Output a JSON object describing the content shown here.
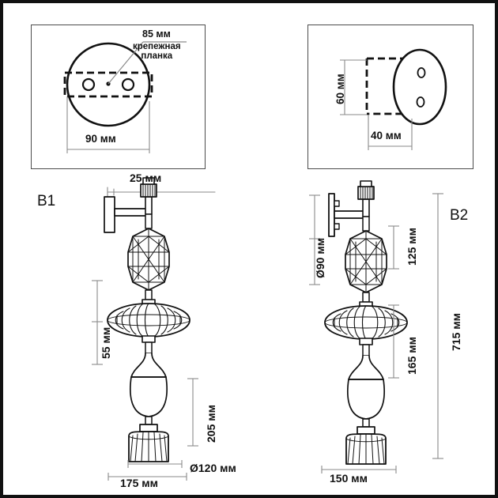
{
  "sheet": {
    "background": "#ffffff",
    "border_color": "#111111",
    "panel_border_color": "#4c4c4c",
    "line_color": "#111111",
    "dimension_line_color": "#7a7a7a"
  },
  "detail_panels": [
    {
      "name": "wall-plate-front-detail",
      "callout_dimension": "85 мм",
      "callout_label_line1": "крепежная",
      "callout_label_line2": "планка",
      "width_dimension": "90 мм",
      "shape": "circle-with-dashed-mounting-bar-and-two-holes"
    },
    {
      "name": "wall-plate-side-detail",
      "height_dimension": "60 мм",
      "depth_dimension": "40 мм",
      "shape": "ellipse-with-two-holes-and-dashed-body"
    }
  ],
  "views": [
    {
      "id": "B1",
      "label": "B1",
      "orientation": "side-view",
      "dimensions": {
        "bracket_offset": "25 мм",
        "mid_section": "55 мм",
        "shade_height": "205 мм",
        "shade_diameter": "Ø120 мм",
        "overall_width": "175 мм"
      }
    },
    {
      "id": "B2",
      "label": "B2",
      "orientation": "front-view",
      "dimensions": {
        "plate_diameter": "Ø90 мм",
        "crystal_section": "125 мм",
        "lower_section": "165 мм",
        "overall_height": "715 мм",
        "overall_width": "150 мм"
      }
    }
  ],
  "chart_data": {
    "type": "table",
    "title": "Wall sconce technical dimension drawing",
    "rows": [
      {
        "view": "detail-top-left",
        "label": "85 мм",
        "meaning": "mounting bar length"
      },
      {
        "view": "detail-top-left",
        "label": "крепежная планка",
        "meaning": "mounting bar (callout)"
      },
      {
        "view": "detail-top-left",
        "label": "90 мм",
        "meaning": "wall plate diameter"
      },
      {
        "view": "detail-top-right",
        "label": "60 мм",
        "meaning": "plate height side view"
      },
      {
        "view": "detail-top-right",
        "label": "40 мм",
        "meaning": "plate depth"
      },
      {
        "view": "B1",
        "label": "25 мм",
        "meaning": "bracket wall offset"
      },
      {
        "view": "B1",
        "label": "55 мм",
        "meaning": "mid section height"
      },
      {
        "view": "B1",
        "label": "205 мм",
        "meaning": "shade height"
      },
      {
        "view": "B1",
        "label": "Ø120 мм",
        "meaning": "shade diameter"
      },
      {
        "view": "B1",
        "label": "175 мм",
        "meaning": "overall projection width"
      },
      {
        "view": "B2",
        "label": "Ø90 мм",
        "meaning": "wall plate diameter"
      },
      {
        "view": "B2",
        "label": "125 мм",
        "meaning": "crystal section height"
      },
      {
        "view": "B2",
        "label": "165 мм",
        "meaning": "lower body section height"
      },
      {
        "view": "B2",
        "label": "715 мм",
        "meaning": "overall fixture height"
      },
      {
        "view": "B2",
        "label": "150 мм",
        "meaning": "overall width"
      }
    ]
  }
}
